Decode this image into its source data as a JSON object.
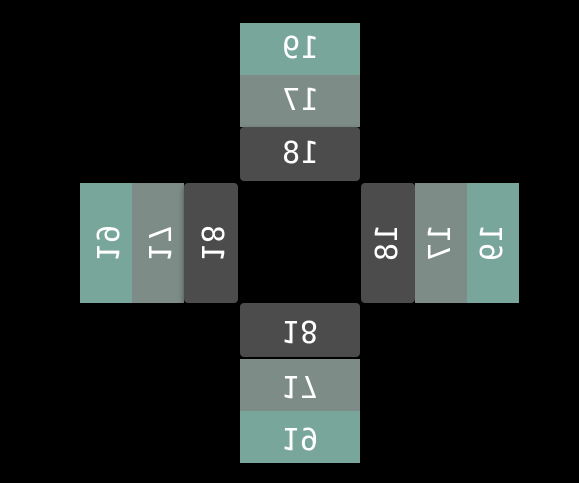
{
  "colors": {
    "background": "#000000",
    "outer": "#79a69b",
    "middle": "#7d8c87",
    "inner": "#4c4c4c",
    "text": "#ffffff"
  },
  "arms": {
    "top": {
      "outer": "19",
      "middle": "17",
      "inner": "18"
    },
    "bottom": {
      "outer": "19",
      "middle": "17",
      "inner": "18"
    },
    "left": {
      "outer": "19",
      "middle": "17",
      "inner": "18"
    },
    "right": {
      "outer": "19",
      "middle": "17",
      "inner": "18"
    }
  }
}
